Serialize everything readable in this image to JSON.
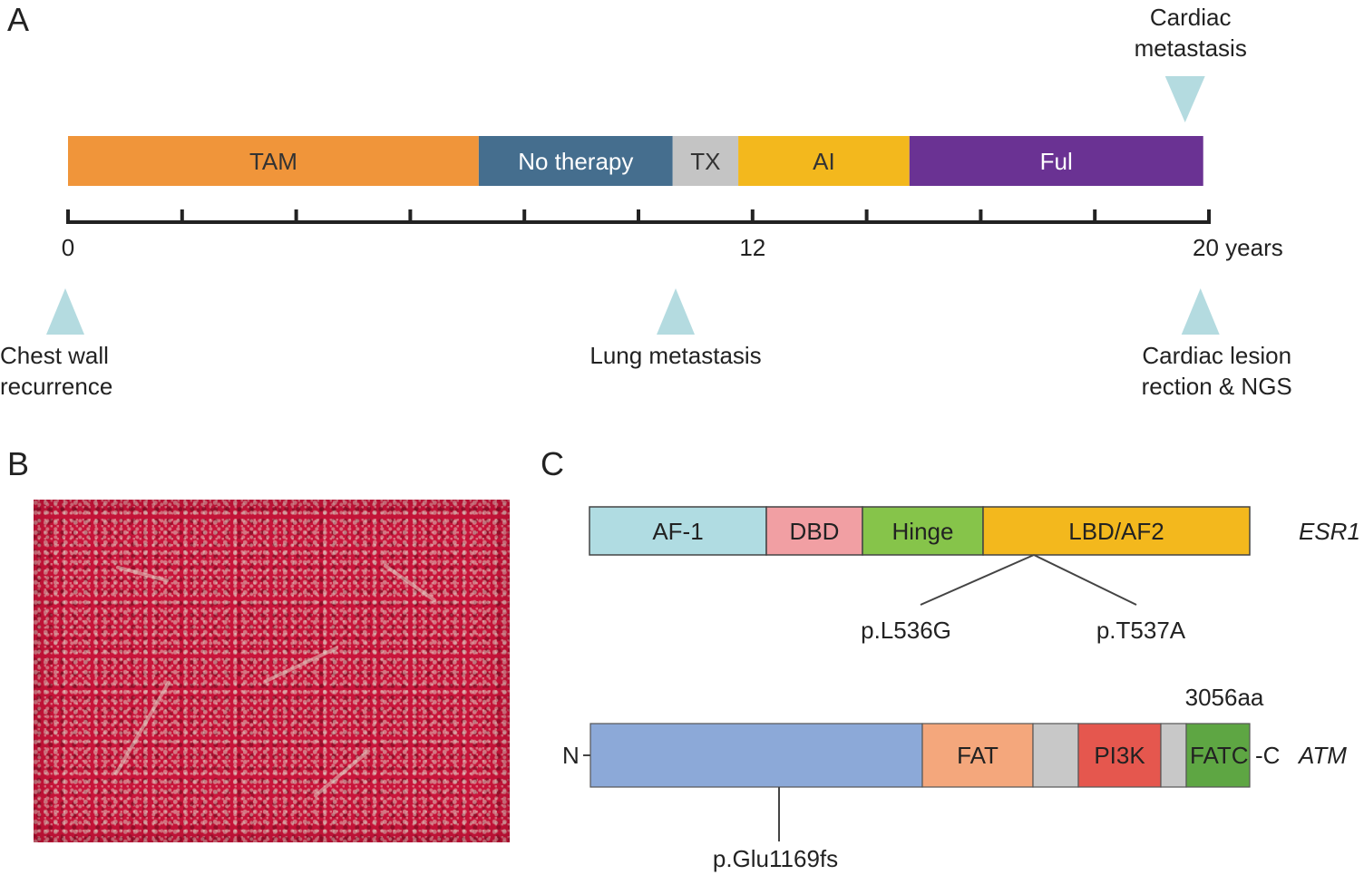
{
  "panels": {
    "a": "A",
    "b": "B",
    "c": "C"
  },
  "timeline": {
    "segments": [
      {
        "label": "TAM",
        "start": 0,
        "end": 7.2,
        "color": "#f0953a",
        "text_color": "#333333"
      },
      {
        "label": "No therapy",
        "start": 7.2,
        "end": 10.6,
        "color": "#456e8e",
        "text_color": "#ffffff"
      },
      {
        "label": "TX",
        "start": 10.6,
        "end": 11.75,
        "color": "#c4c4c4",
        "text_color": "#333333"
      },
      {
        "label": "AI",
        "start": 11.75,
        "end": 14.75,
        "color": "#f3b81d",
        "text_color": "#333333"
      },
      {
        "label": "Ful",
        "start": 14.75,
        "end": 19.9,
        "color": "#6a3293",
        "text_color": "#ffffff"
      }
    ],
    "axis": {
      "min": 0,
      "max": 20,
      "tick_step": 2
    },
    "tick_labels": [
      {
        "value": 0,
        "text": "0"
      },
      {
        "value": 12,
        "text": "12"
      },
      {
        "value": 20,
        "text": "20 years"
      }
    ],
    "events_below": [
      {
        "value": 0,
        "lines": [
          "Chest wall",
          "recurrence"
        ]
      },
      {
        "value": 10.7,
        "lines": [
          "Lung metastasis"
        ]
      },
      {
        "value": 19.9,
        "lines": [
          "Cardiac lesion",
          "rection & NGS"
        ]
      }
    ],
    "events_above": [
      {
        "value": 19.9,
        "lines": [
          "Cardiac",
          "metastasis"
        ]
      }
    ],
    "marker_color": "#b4dbe0"
  },
  "esr1": {
    "gene": "ESR1",
    "domains": [
      {
        "label": "AF-1",
        "color": "#b0dce2"
      },
      {
        "label": "DBD",
        "color": "#f19fa3"
      },
      {
        "label": "Hinge",
        "color": "#86c44a"
      },
      {
        "label": "LBD/AF2",
        "color": "#f3b81d"
      }
    ],
    "mutations": [
      "p.L536G",
      "p.T537A"
    ]
  },
  "atm": {
    "gene": "ATM",
    "n_label": "N",
    "c_label": "C",
    "length_label": "3056aa",
    "domains": [
      {
        "label": "",
        "color": "#8ca9d8"
      },
      {
        "label": "FAT",
        "color": "#f4a77c"
      },
      {
        "label": "",
        "color": "#c8c8c8"
      },
      {
        "label": "PI3K",
        "color": "#e5574e"
      },
      {
        "label": "",
        "color": "#c8c8c8"
      },
      {
        "label": "FATC",
        "color": "#5ea643"
      }
    ],
    "mutation": "p.Glu1169fs"
  }
}
